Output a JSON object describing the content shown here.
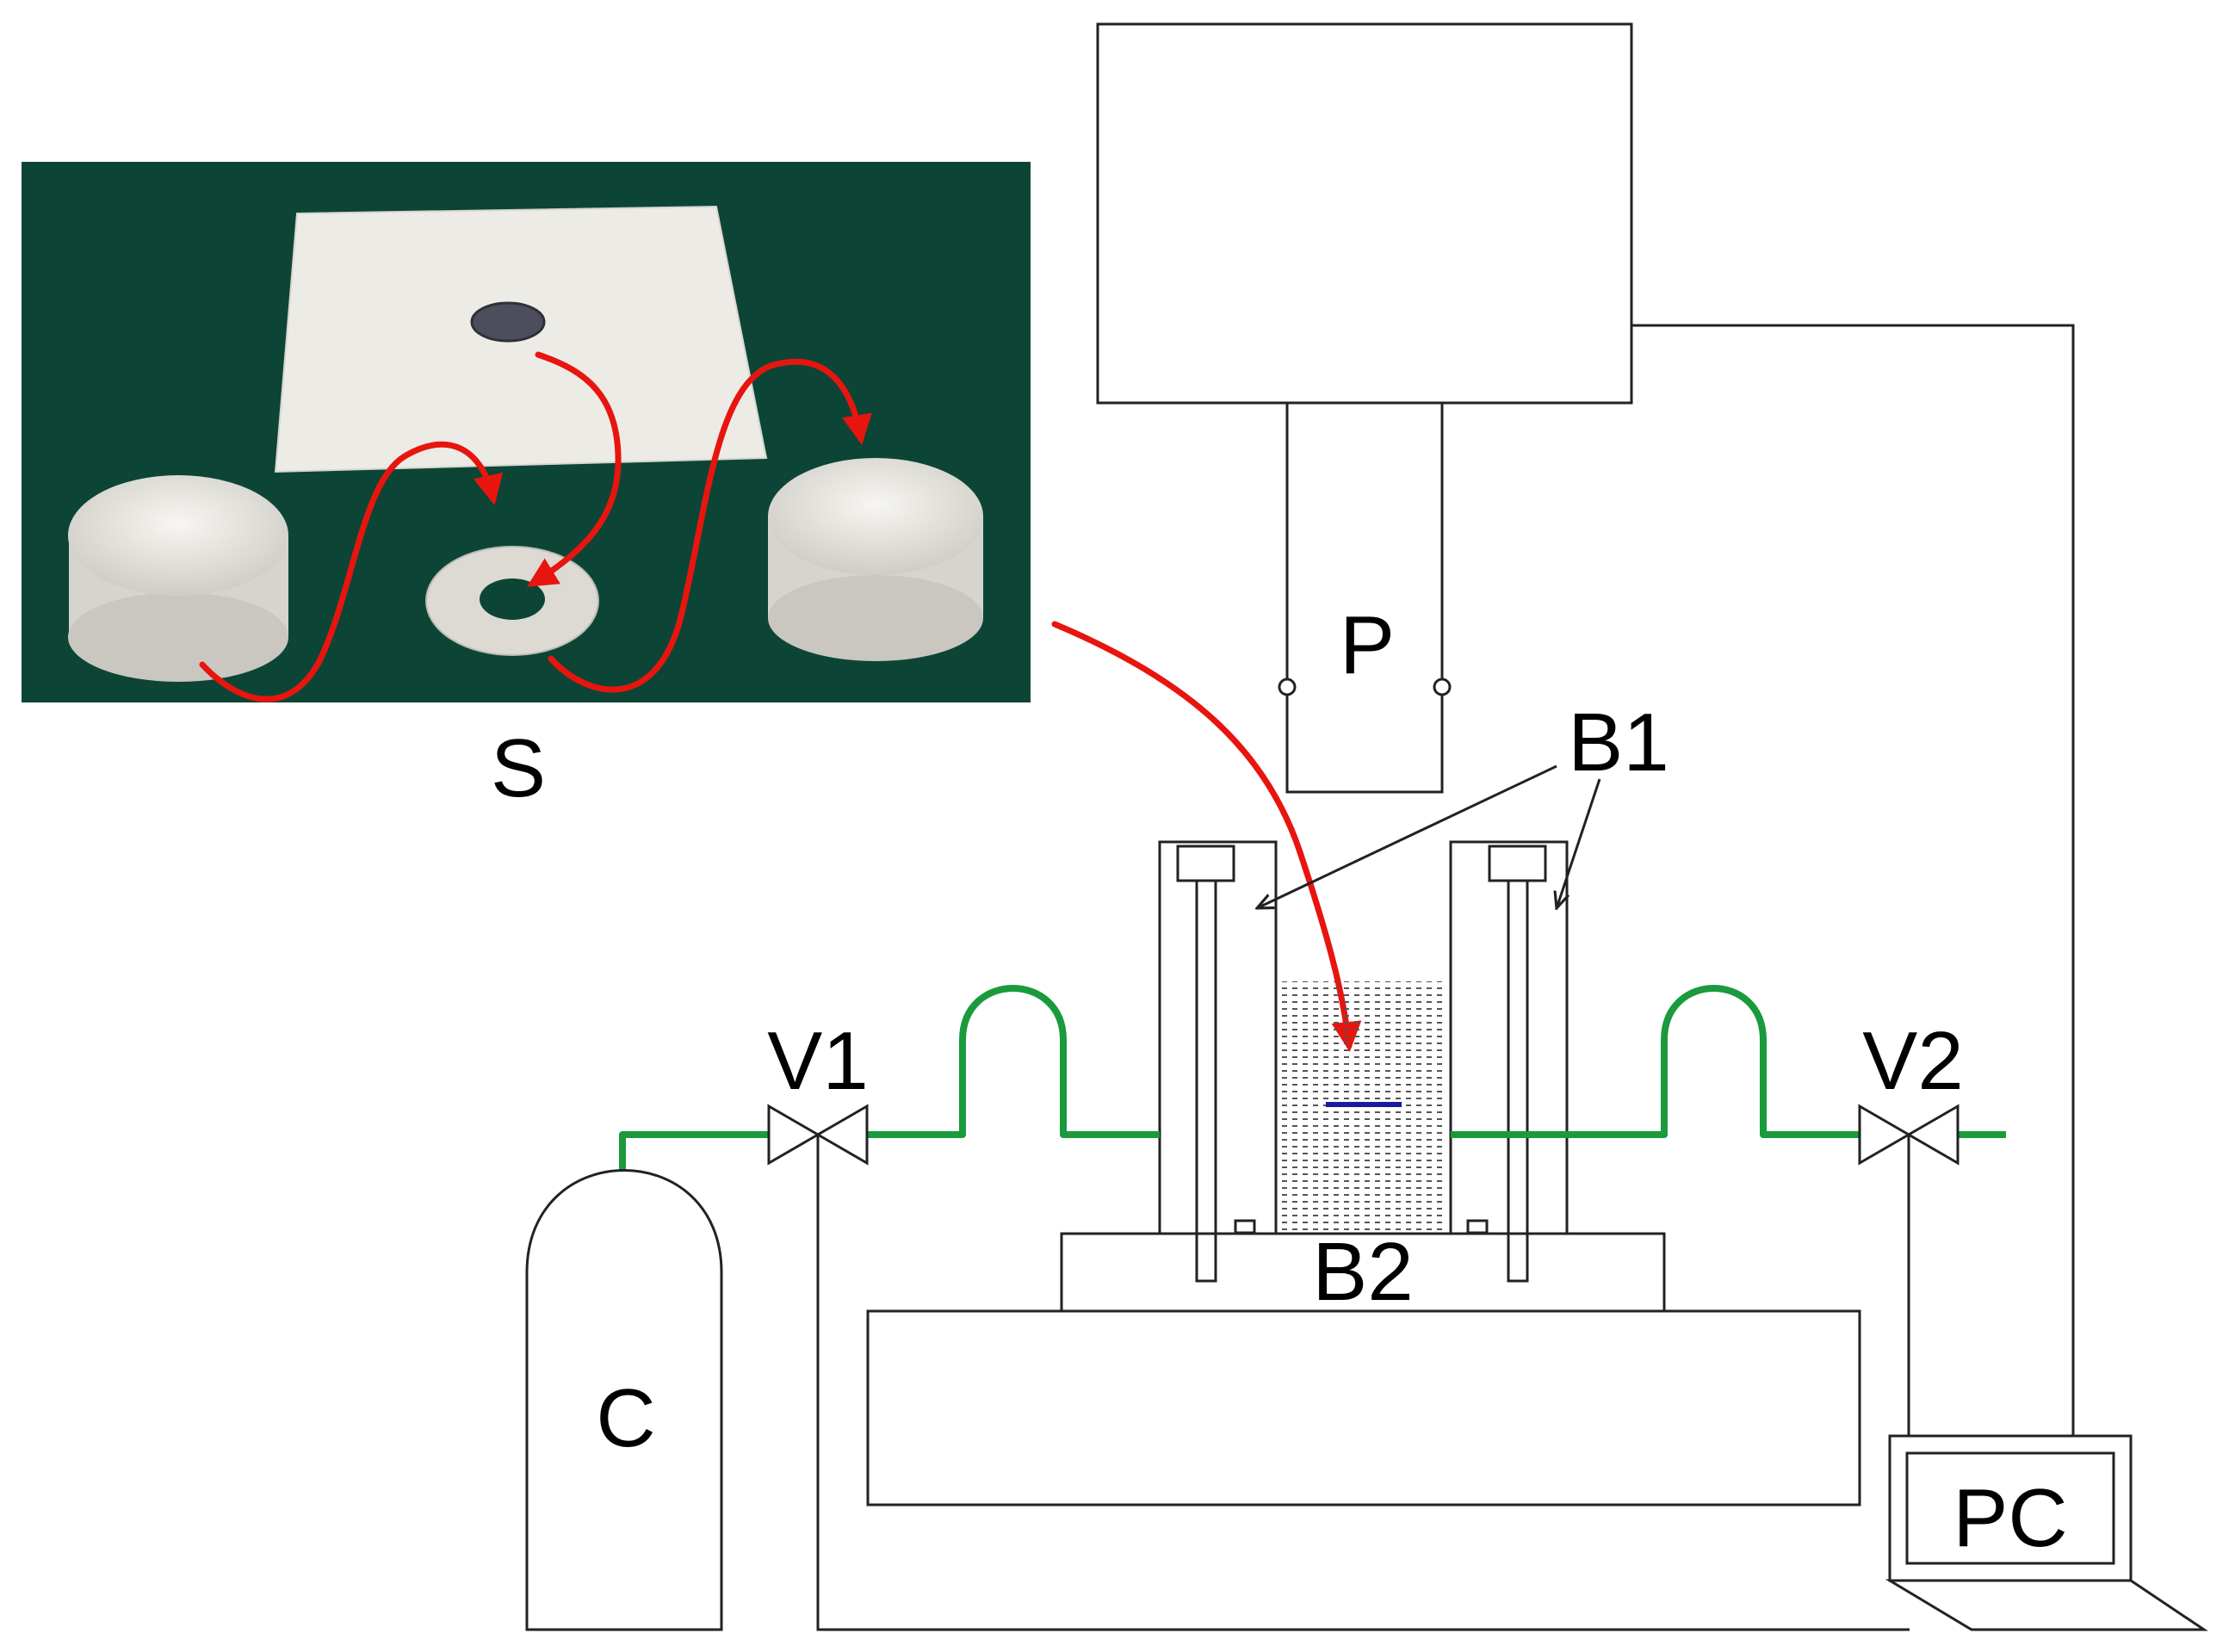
{
  "labels": {
    "sample": "S",
    "press": "P",
    "bolts": "B1",
    "base": "B2",
    "valve_in": "V1",
    "valve_out": "V2",
    "cylinder": "C",
    "computer": "PC"
  },
  "colors": {
    "pipe": "#1a9a3c",
    "arrow": "#e8150f",
    "photo_background": "#0c4536",
    "sample_line": "#1a1aa0"
  }
}
